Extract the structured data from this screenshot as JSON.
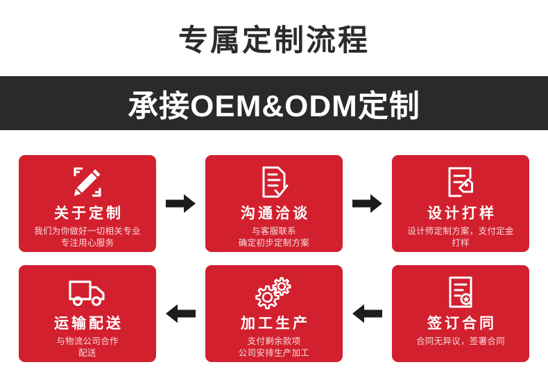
{
  "header": {
    "title": "专属定制流程"
  },
  "banner": {
    "text": "承接OEM&ODM定制",
    "background": "#2a2a2a",
    "text_color": "#ffffff"
  },
  "theme": {
    "card_red": "#d2202f",
    "dark": "#2a2a2a",
    "subtitle_color": "#f6dcdc",
    "page_background": "#ffffff"
  },
  "flow": {
    "rows": [
      {
        "direction": "left-to-right",
        "steps": [
          {
            "index": 1,
            "icon": "pencil-ruler-icon",
            "title": "关于定制",
            "subtitle": "我们为你做好一切相关专业\n专注用心服务",
            "subtitle_lines": [
              "我们为你做好一切相关专业",
              "专注用心服务"
            ]
          },
          {
            "index": 2,
            "icon": "document-check-icon",
            "title": "沟通洽谈",
            "subtitle": "与客服联系\n确定初步定制方案",
            "subtitle_lines": [
              "与客服联系",
              "确定初步定制方案"
            ]
          },
          {
            "index": 3,
            "icon": "document-tag-icon",
            "title": "设计打样",
            "subtitle": "设计师定制方案，支付定金\n打样",
            "subtitle_lines": [
              "设计师定制方案，支付定金",
              "打样"
            ]
          }
        ]
      },
      {
        "direction": "right-to-left",
        "steps": [
          {
            "index": 6,
            "icon": "delivery-truck-icon",
            "title": "运输配送",
            "subtitle": "与物流公司合作\n配送",
            "subtitle_lines": [
              "与物流公司合作",
              "配送"
            ]
          },
          {
            "index": 5,
            "icon": "gears-icon",
            "title": "加工生产",
            "subtitle": "支付剩余款项\n公司安排生产加工",
            "subtitle_lines": [
              "支付剩余款项",
              "公司安排生产加工"
            ]
          },
          {
            "index": 4,
            "icon": "contract-seal-icon",
            "title": "签订合同",
            "subtitle": "合同无异议，签署合同",
            "subtitle_lines": [
              "合同无异议，签署合同"
            ]
          }
        ]
      }
    ],
    "arrows": [
      {
        "name": "arrow-right-step1-step2",
        "direction": "right"
      },
      {
        "name": "arrow-right-step2-step3",
        "direction": "right"
      },
      {
        "name": "arrow-left-step5-step6",
        "direction": "left"
      },
      {
        "name": "arrow-left-step4-step5",
        "direction": "left"
      }
    ]
  }
}
